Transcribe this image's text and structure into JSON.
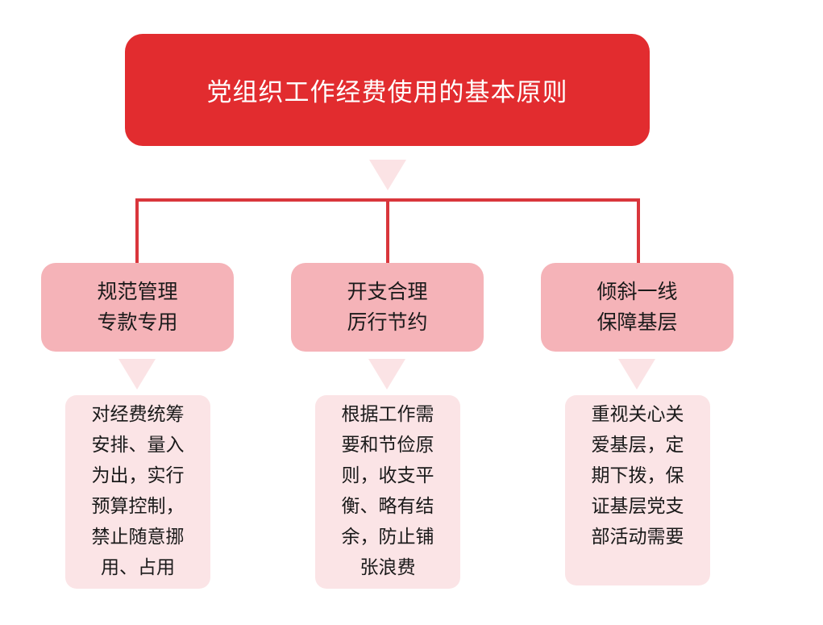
{
  "title": "党组织工作经费使用的基本原则",
  "colors": {
    "title_bg": "#e22c2f",
    "connector": "#d9363c",
    "principle_bg": "#f5b3b8",
    "detail_bg": "#fbe4e6",
    "pointer": "#fbe3e5"
  },
  "principles": [
    {
      "lines": [
        "规范管理",
        "专款专用"
      ],
      "detail_lines": [
        "对经费统筹",
        "安排、量入",
        "为出，实行",
        "预算控制，",
        "禁止随意挪",
        "用、占用"
      ]
    },
    {
      "lines": [
        "开支合理",
        "厉行节约"
      ],
      "detail_lines": [
        "根据工作需",
        "要和节俭原",
        "则，收支平",
        "衡、略有结",
        "余，防止铺",
        "张浪费"
      ]
    },
    {
      "lines": [
        "倾斜一线",
        "保障基层"
      ],
      "detail_lines": [
        "重视关心关",
        "爱基层，定",
        "期下拨，保",
        "证基层党支",
        "部活动需要"
      ]
    }
  ]
}
